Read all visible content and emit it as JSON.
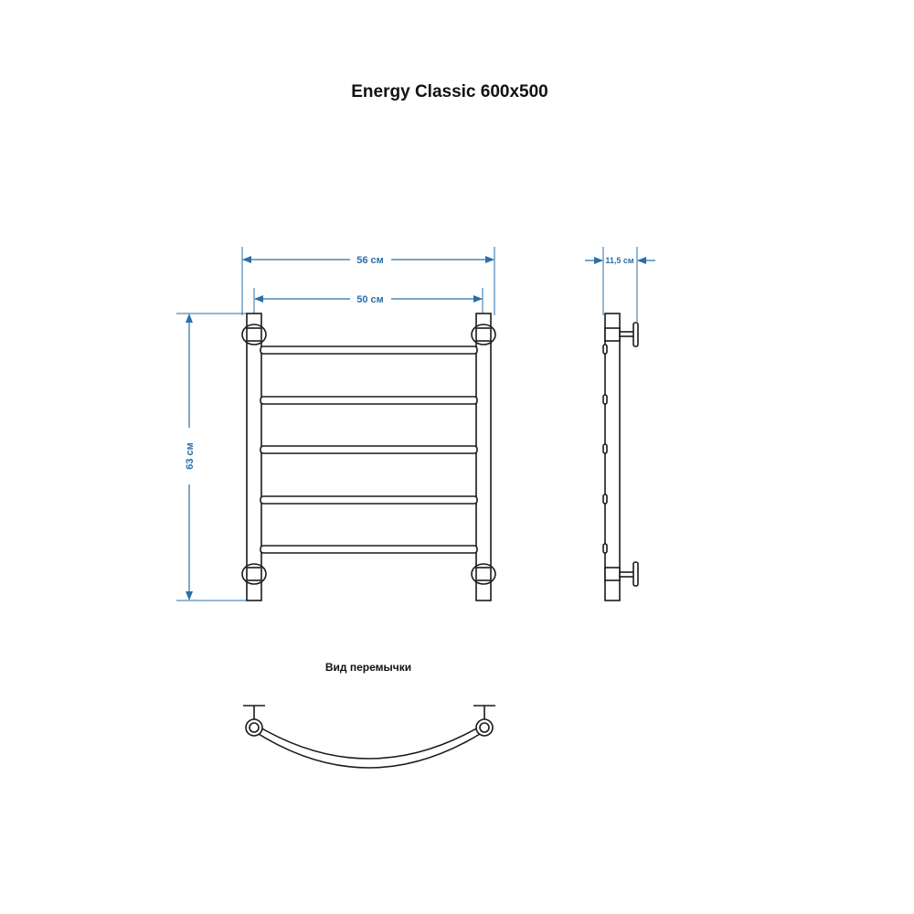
{
  "title": "Energy Classic 600x500",
  "colors": {
    "dimension": "#2a6fa8",
    "ink": "#1a1a1a",
    "background": "#ffffff"
  },
  "dimensions": {
    "overall_width": "56 см",
    "rung_width": "50 см",
    "height": "63 см",
    "depth": "11,5 см"
  },
  "bridge_view": {
    "label": "Вид перемычки"
  }
}
